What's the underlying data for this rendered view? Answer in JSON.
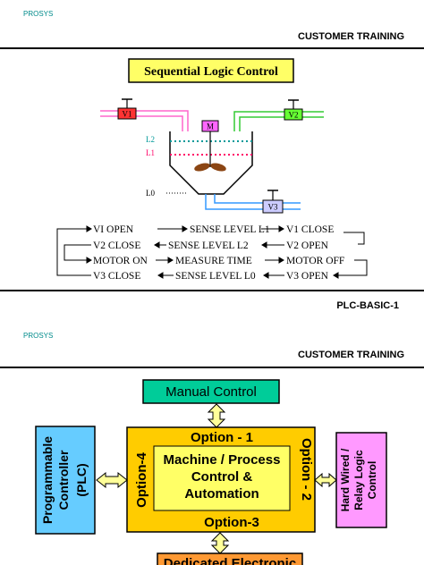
{
  "slide1": {
    "brand": "PROSYS",
    "header": "CUSTOMER TRAINING",
    "title": "Sequential Logic Control",
    "valves": {
      "v1": "V1",
      "v2": "V2",
      "v3": "V3",
      "motor": "M"
    },
    "levels": {
      "l2": "L2",
      "l1": "L1",
      "l0": "L0"
    },
    "sequence": [
      [
        "VI OPEN",
        "SENSE LEVEL L1",
        "V1 CLOSE"
      ],
      [
        "V2 CLOSE",
        "SENSE LEVEL L2",
        "V2 OPEN"
      ],
      [
        "MOTOR ON",
        "MEASURE TIME",
        "MOTOR OFF"
      ],
      [
        "V3 CLOSE",
        "SENSE LEVEL L0",
        "V3 OPEN"
      ]
    ],
    "footer": "PLC-BASIC-1",
    "colors": {
      "v1": "#ff3333",
      "v2": "#66ff33",
      "v3": "#ccccff",
      "motor": "#ff66ff",
      "pink_pipe": "#ff66cc",
      "green_pipe": "#33cc33",
      "blue_pipe": "#3399ff",
      "l2": "#009999",
      "l1": "#ff0066"
    }
  },
  "slide2": {
    "brand": "PROSYS",
    "header": "CUSTOMER TRAINING",
    "manual_control": "Manual Control",
    "option1": "Option - 1",
    "option2": "Option - 2",
    "option3": "Option-3",
    "option4": "Option-4",
    "center_lines": [
      "Machine / Process",
      "Control &",
      "Automation"
    ],
    "plc_lines": [
      "Programmable",
      "Controller",
      "(PLC)"
    ],
    "relay_lines": [
      "Hard Wired /",
      "Relay Logic",
      "Control"
    ],
    "dedicated": "Dedicated Electronic",
    "colors": {
      "manual": "#00cc99",
      "plc": "#66ccff",
      "relay": "#ff99ff",
      "center": "#ffff66",
      "border": "#ffcc00",
      "dedicated": "#ff9933",
      "arrow": "#ffff99"
    }
  }
}
